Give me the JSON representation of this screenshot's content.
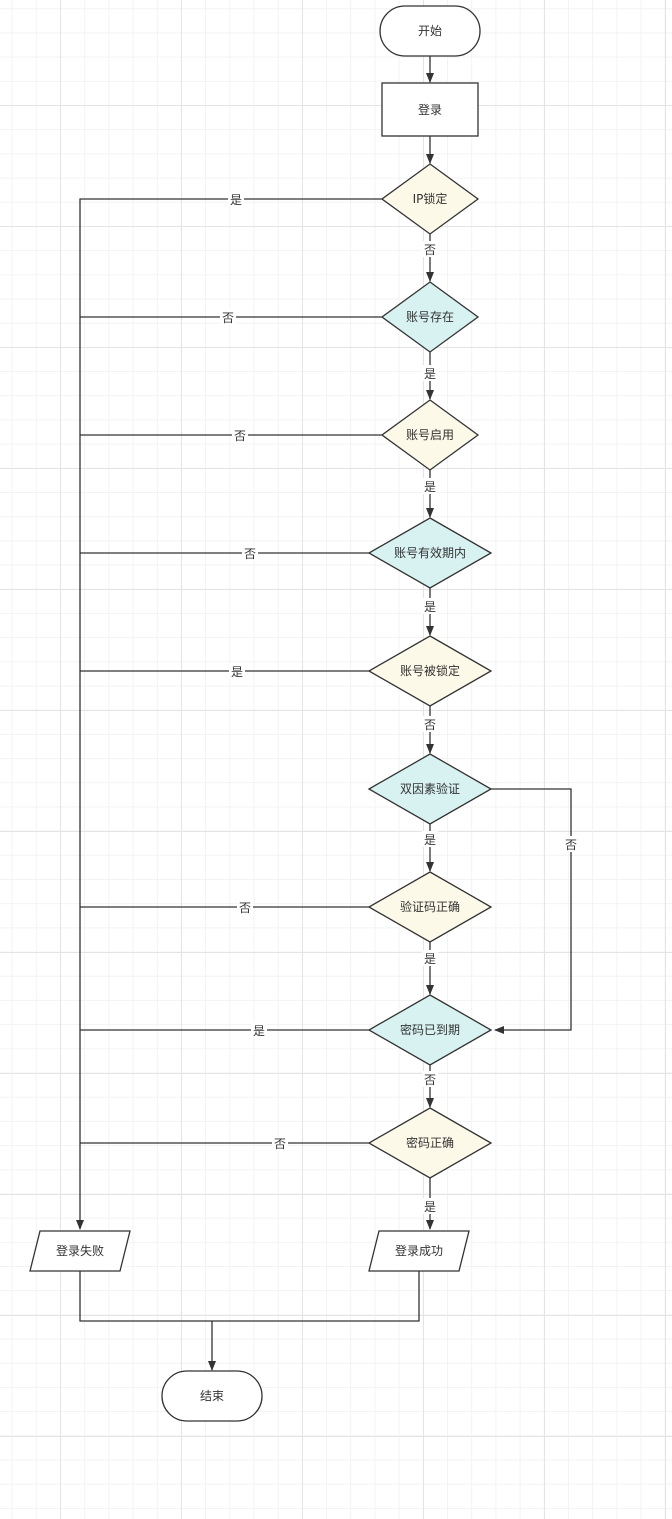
{
  "colors": {
    "stroke": "#333333",
    "decision_cream": "#fdf9e9",
    "decision_cyan": "#d8f2f2",
    "fill_white": "#ffffff",
    "grid_major": "#e4e4e4",
    "grid_minor": "#f3f3f3"
  },
  "nodes": {
    "start": "开始",
    "login": "登录",
    "ip_locked": "IP锁定",
    "account_exists": "账号存在",
    "account_enabled": "账号启用",
    "account_in_validity": "账号有效期内",
    "account_locked": "账号被锁定",
    "two_factor": "双因素验证",
    "code_correct": "验证码正确",
    "password_expired": "密码已到期",
    "password_correct": "密码正确",
    "login_failed": "登录失败",
    "login_success": "登录成功",
    "end": "结束"
  },
  "edge_labels": {
    "ip_locked_yes": "是",
    "ip_locked_no": "否",
    "account_exists_no": "否",
    "account_exists_yes": "是",
    "account_enabled_no": "否",
    "account_enabled_yes": "是",
    "account_in_validity_no": "否",
    "account_in_validity_yes": "是",
    "account_locked_yes": "是",
    "account_locked_no": "否",
    "two_factor_yes": "是",
    "two_factor_no": "否",
    "code_correct_no": "否",
    "code_correct_yes": "是",
    "password_expired_yes": "是",
    "password_expired_no": "否",
    "password_correct_no": "否",
    "password_correct_yes": "是"
  }
}
